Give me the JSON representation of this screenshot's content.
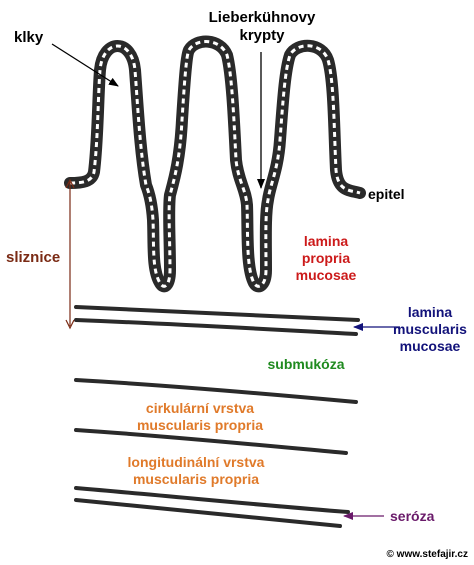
{
  "labels": {
    "villi": "klky",
    "crypts_line1": "Lieberkühnovy",
    "crypts_line2": "krypty",
    "epithelium": "epitel",
    "mucosa": "sliznice",
    "lamina_propria_1": "lamina",
    "lamina_propria_2": "propria",
    "lamina_propria_3": "mucosae",
    "muscularis_mucosae_1": "lamina",
    "muscularis_mucosae_2": "muscularis",
    "muscularis_mucosae_3": "mucosae",
    "submucosa": "submukóza",
    "circular_1": "cirkulární vrstva",
    "circular_2": "muscularis propria",
    "longitudinal_1": "longitudinální vrstva",
    "longitudinal_2": "muscularis propria",
    "serosa": "seróza",
    "credit": "© www.stefajir.cz"
  },
  "colors": {
    "outline": "#2a2a2a",
    "mucosa": "#7a2a14",
    "lamina_propria": "#cc1a1a",
    "muscularis_mucosae": "#12127a",
    "submucosa": "#1f8a1f",
    "muscularis_propria": "#e07a2a",
    "serosa": "#6a1a6a",
    "text": "#000000"
  }
}
